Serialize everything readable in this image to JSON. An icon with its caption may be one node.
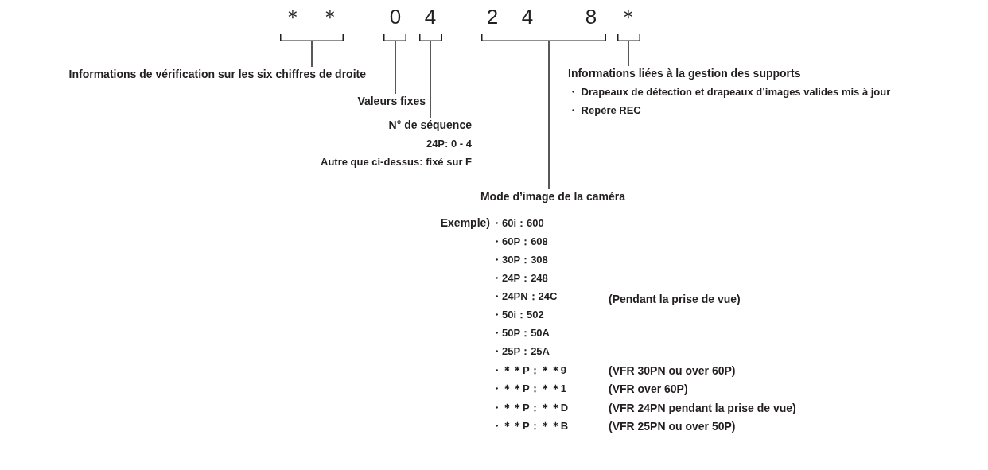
{
  "diagram": {
    "nodes": [
      {
        "text": [
          "＊",
          "＊"
        ]
      },
      {
        "text": [
          "0"
        ]
      },
      {
        "text": [
          "4"
        ]
      },
      {
        "text": [
          "2",
          "4",
          "8"
        ]
      },
      {
        "text": [
          "＊"
        ]
      },
      {
        "text": [
          "Informations de vérification sur les six chiffres de droite"
        ]
      },
      {
        "text": [
          "Valeurs fixes"
        ]
      },
      {
        "text": [
          "N° de séquence",
          "24P: 0 - 4",
          "Autre que ci-dessus: fixé sur F"
        ]
      },
      {
        "text": [
          "Mode d’image de la caméra"
        ]
      },
      {
        "text": [
          "Informations liées à la gestion des supports",
          "・ Drapeaux de détection et drapeaux d’images valides mis à jour",
          "・ Repère REC"
        ]
      }
    ],
    "edges": [
      {
        "from": 0,
        "to": 5,
        "arrow": "none"
      },
      {
        "from": 1,
        "to": 6,
        "arrow": "none"
      },
      {
        "from": 2,
        "to": 7,
        "arrow": "none"
      },
      {
        "from": 3,
        "to": 8,
        "arrow": "none"
      },
      {
        "from": 4,
        "to": 9,
        "arrow": "none"
      }
    ],
    "labels": [
      "Exemple)",
      "・60i：600",
      "・60P：608",
      "・30P：308",
      "・24P：248",
      "・24PN：24C",
      "(Pendant la prise de vue)",
      "・50i：502",
      "・50P：50A",
      "・25P：25A",
      "・＊＊P：＊＊9",
      "(VFR 30PN ou over 60P)",
      "・＊＊P：＊＊1",
      "(VFR over 60P)",
      "・＊＊P：＊＊D",
      "(VFR 24PN pendant la prise de vue)",
      "・＊＊P：＊＊B",
      "(VFR 25PN ou over 50P)"
    ]
  }
}
